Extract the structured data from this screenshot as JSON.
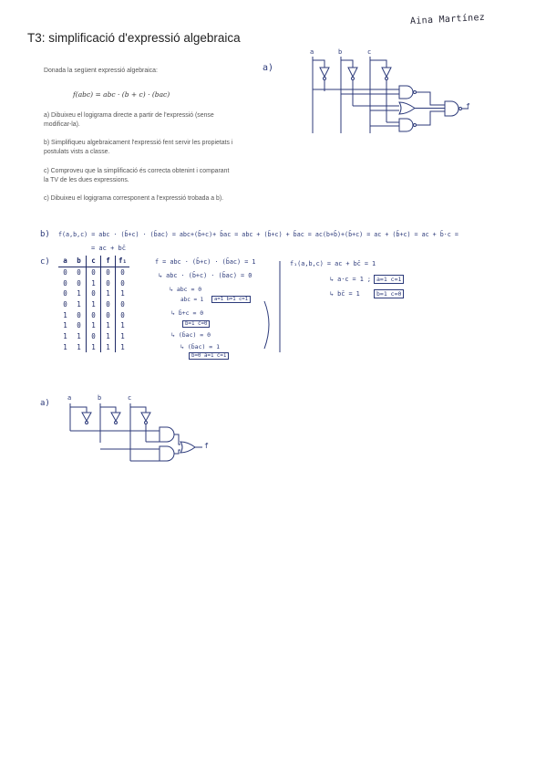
{
  "header": {
    "title": "T3: simplificació d'expressió algebraica",
    "author": "Aina Martínez"
  },
  "statement": {
    "intro": "Donada la següent expressió algebraica:",
    "formula": "f(abc) = abc · (b + c) · (bac)",
    "items": [
      "a) Dibuixeu el logigrama directe a partir de l'expressió (sense modificar-la).",
      "b) Simplifiqueu algebraicament l'expressió fent servir les propietats i postulats vists a classe.",
      "c) Comproveu que la simplificació és correcta obtenint i comparant la TV de les dues expressions.",
      "c) Dibuixeu el logigrama corresponent a l'expressió trobada a b)."
    ]
  },
  "answers": {
    "a_label": "a)",
    "circuit1_inputs": [
      "a",
      "b",
      "c"
    ],
    "circuit1_output": "f",
    "b_label": "b)",
    "b_line1": "f(a,b,c) = abc · (b̄+c) · (b̄ac) = abc+(b̄+c)+ b̄ac = abc + (b̄+c) + b̄ac = ac(b+b̄)+(b̄+c) = ac + (b̄+c) = ac + b̄·c =",
    "b_line2": "= ac + bc̄",
    "c_label": "c)",
    "truth_table": {
      "headers": [
        "a",
        "b",
        "c",
        "f",
        "f₁"
      ],
      "rows": [
        [
          "0",
          "0",
          "0",
          "0",
          "0"
        ],
        [
          "0",
          "0",
          "1",
          "0",
          "0"
        ],
        [
          "0",
          "1",
          "0",
          "1",
          "1"
        ],
        [
          "0",
          "1",
          "1",
          "0",
          "0"
        ],
        [
          "1",
          "0",
          "0",
          "0",
          "0"
        ],
        [
          "1",
          "0",
          "1",
          "1",
          "1"
        ],
        [
          "1",
          "1",
          "0",
          "1",
          "1"
        ],
        [
          "1",
          "1",
          "1",
          "1",
          "1"
        ]
      ]
    },
    "middle": [
      "f = abc · (b̄+c) · (b̄ac) = 1",
      "↳ abc · (b̄+c) · (b̄ac) = 0",
      "↳ abc = 0",
      "abc = 1",
      "a=1 b=1 c=1",
      "↳ b̄+c = 0",
      "b=1 c=0",
      "↳ (b̄ac) = 0",
      "↳ (b̄ac) = 1",
      "b=0 a=1 c=1"
    ],
    "right": [
      "f₁(a,b,c) = ac + bc̄ = 1",
      "↳ a·c = 1 ;",
      "a=1 c=1",
      "↳ bc̄ = 1",
      "b=1 c=0"
    ],
    "d_label": "a)",
    "circuit2_inputs": [
      "a",
      "b",
      "c"
    ],
    "circuit2_output": "f"
  }
}
